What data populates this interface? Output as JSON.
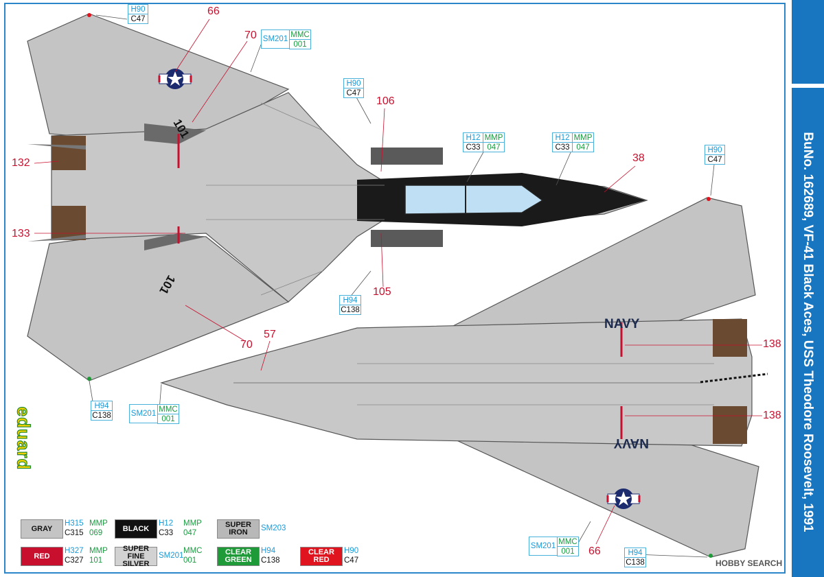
{
  "title": "BuNo. 162689, VF-41 Black Aces, USS Theodore Roosevelt, 1991",
  "brand": "eduard",
  "watermark": "HOBBY SEARCH",
  "markings": {
    "tail_code": "101",
    "navy": "NAVY"
  },
  "callouts": {
    "c66a": "66",
    "c70a": "70",
    "c106": "106",
    "c38": "38",
    "c132": "132",
    "c133": "133",
    "c105": "105",
    "c70b": "70",
    "c57": "57",
    "c138a": "138",
    "c138b": "138",
    "c66b": "66"
  },
  "color_codes": {
    "b1": {
      "top": "H90",
      "bottom": "C47"
    },
    "b2": {
      "top": "SM201",
      "right": "MMC",
      "right2": "001"
    },
    "b3": {
      "top": "H90",
      "bottom": "C47"
    },
    "b4": {
      "top": "H12",
      "right": "MMP",
      "bottom": "C33",
      "right2": "047"
    },
    "b5": {
      "top": "H12",
      "right": "MMP",
      "bottom": "C33",
      "right2": "047"
    },
    "b6": {
      "top": "H90",
      "bottom": "C47"
    },
    "b7": {
      "top": "H94",
      "bottom": "C138"
    },
    "b8": {
      "top": "H94",
      "bottom": "C138"
    },
    "b9": {
      "top": "SM201",
      "right": "MMC",
      "right2": "001"
    },
    "b10": {
      "top": "SM201",
      "right": "MMC",
      "right2": "001"
    },
    "b11": {
      "top": "H94",
      "bottom": "C138"
    }
  },
  "legend": [
    {
      "label": "GRAY",
      "swatch": "#c4c4c4",
      "text_color": "#111111",
      "h": "H315",
      "c": "C315",
      "m1": "MMP",
      "m2": "069"
    },
    {
      "label": "BLACK",
      "swatch": "#111111",
      "text_color": "#ffffff",
      "h": "H12",
      "c": "C33",
      "m1": "MMP",
      "m2": "047"
    },
    {
      "label": "SUPER IRON",
      "swatch": "#b8b8b8",
      "text_color": "#111111",
      "h": "SM203",
      "c": "",
      "m1": "",
      "m2": ""
    },
    {
      "label": "RED",
      "swatch": "#c8102e",
      "text_color": "#ffffff",
      "h": "H327",
      "c": "C327",
      "m1": "MMP",
      "m2": "101"
    },
    {
      "label": "SUPER FINE SILVER",
      "swatch": "#d2d2d2",
      "text_color": "#111111",
      "h": "SM201",
      "c": "",
      "m1": "MMC",
      "m2": "001"
    },
    {
      "label": "CLEAR GREEN",
      "swatch": "#1e9a38",
      "text_color": "#ffffff",
      "h": "H94",
      "c": "C138",
      "m1": "",
      "m2": ""
    },
    {
      "label": "CLEAR RED",
      "swatch": "#e0141e",
      "text_color": "#ffffff",
      "h": "H90",
      "c": "C47",
      "m1": "",
      "m2": ""
    }
  ],
  "colors": {
    "frame": "#2a86c8",
    "sidebar": "#1875c0",
    "aircraft_gray": "#c4c4c4",
    "panel_dark": "#5a5a5a",
    "canopy": "#bfe0f4",
    "exhaust": "#6a4a30",
    "callout_red": "#c8102e"
  }
}
